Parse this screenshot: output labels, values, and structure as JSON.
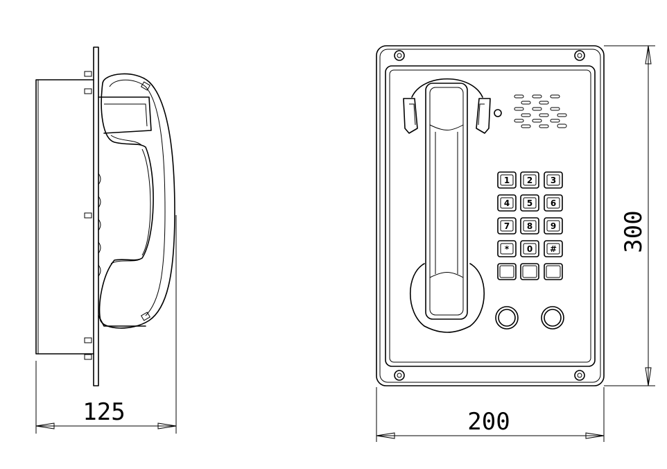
{
  "dimensions": {
    "depth": "125",
    "width": "200",
    "height": "300"
  },
  "keypad": {
    "keys": [
      "1",
      "2",
      "3",
      "4",
      "5",
      "6",
      "7",
      "8",
      "9",
      "*",
      "0",
      "#",
      "",
      "",
      ""
    ]
  }
}
